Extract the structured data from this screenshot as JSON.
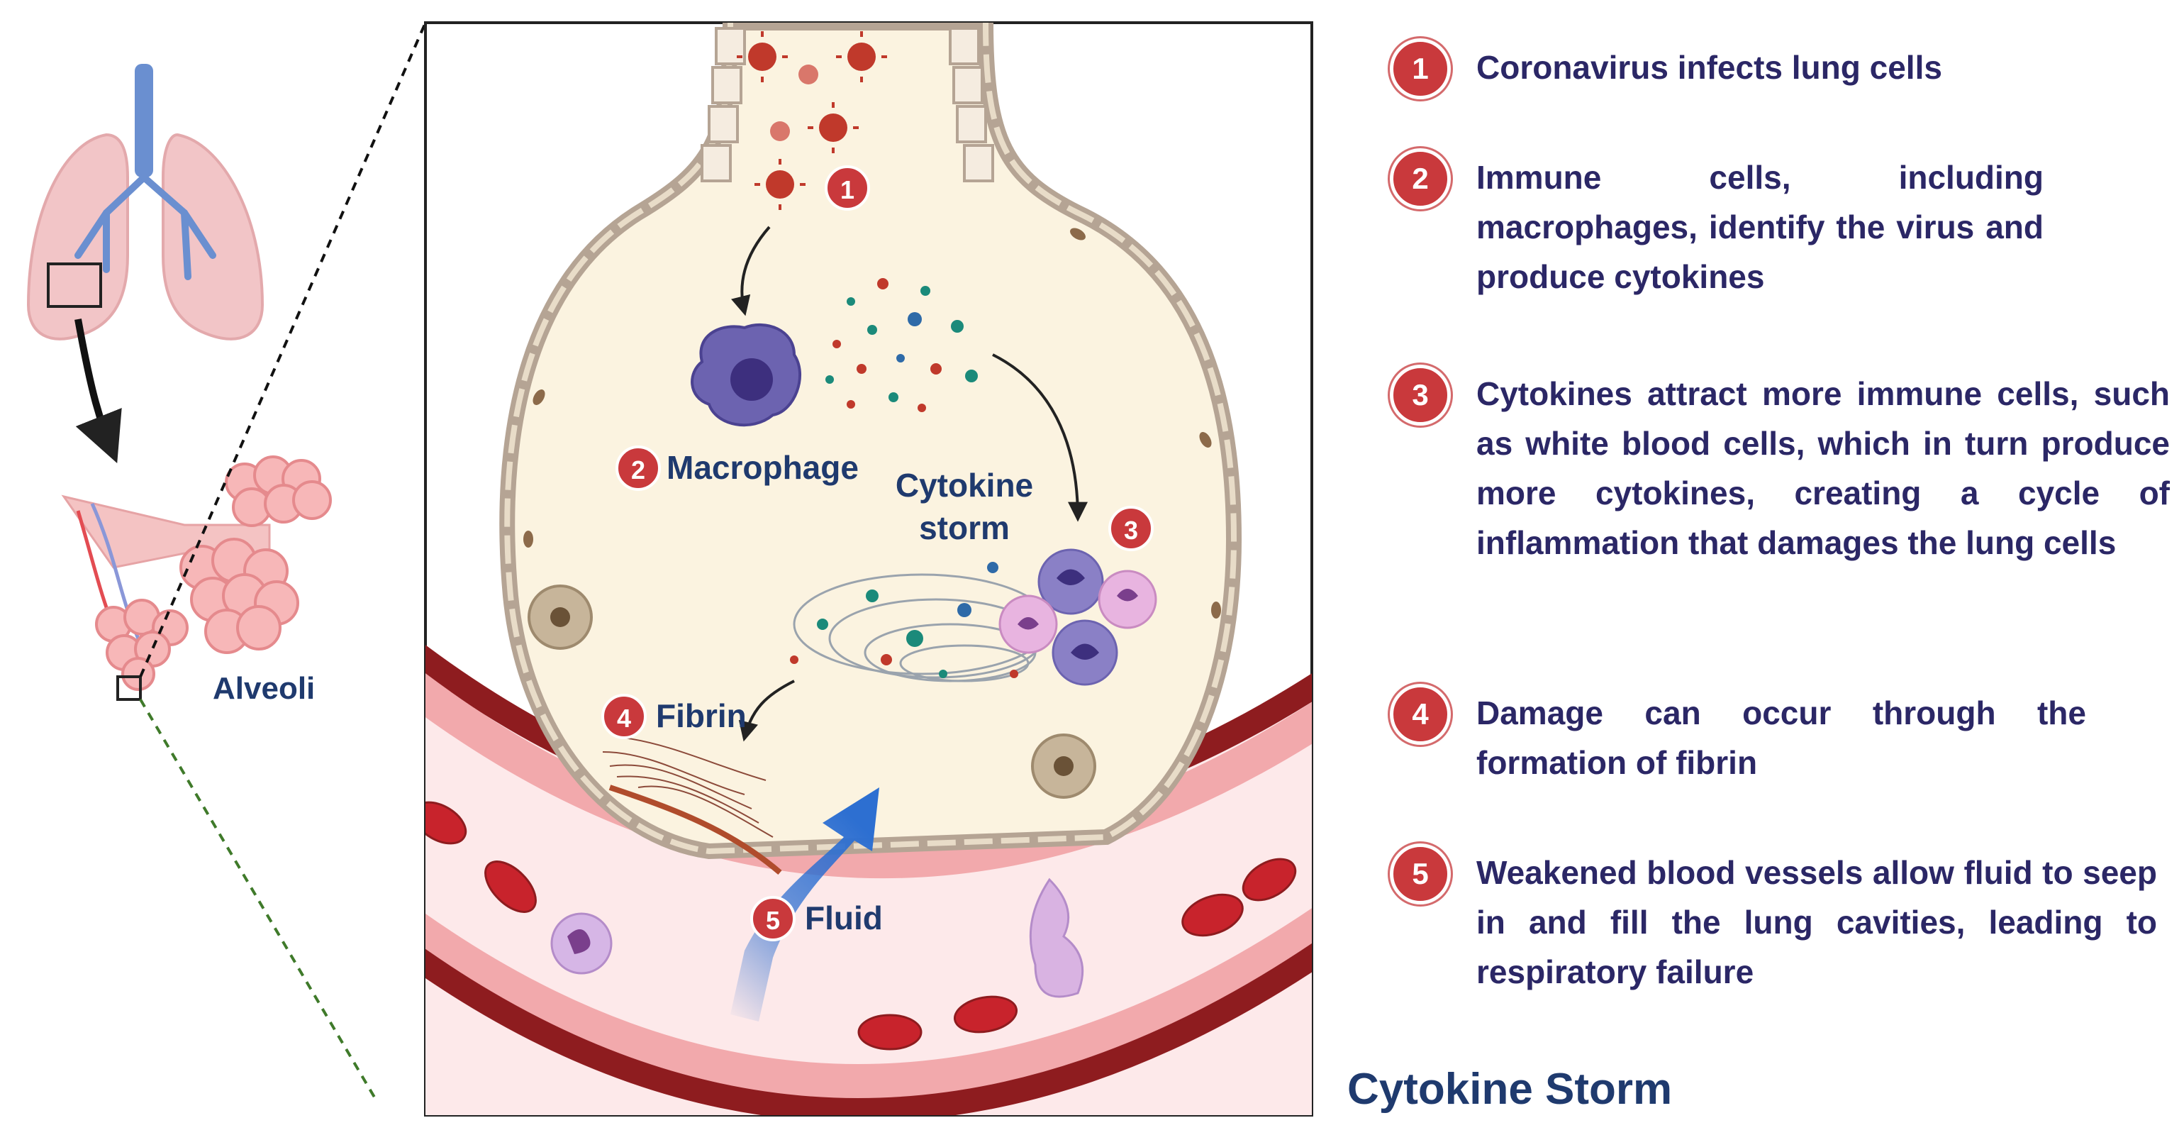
{
  "labels": {
    "alveoli": "Alveoli",
    "macrophage": "Macrophage",
    "cytokine_storm_line1": "Cytokine",
    "cytokine_storm_line2": "storm",
    "fibrin": "Fibrin",
    "fluid": "Fluid"
  },
  "badges": [
    "1",
    "2",
    "3",
    "4",
    "5"
  ],
  "steps": [
    {
      "number": "1",
      "text": "Coronavirus infects lung cells"
    },
    {
      "number": "2",
      "text": "Immune cells, including macrophages, identify the virus and produce cytokines"
    },
    {
      "number": "3",
      "text": "Cytokines attract more immune cells, such as white blood cells, which in turn produce more cytokines, creating a cycle of inflammation that damages the lung cells"
    },
    {
      "number": "4",
      "text": "Damage can occur through the formation of fibrin"
    },
    {
      "number": "5",
      "text": "Weakened blood vessels allow fluid to seep in and fill the lung cavities, leading to respiratory failure"
    }
  ],
  "title": "Cytokine Storm",
  "colors": {
    "badge": "#c9393c",
    "label_text": "#1f3a6e",
    "step_text": "#2b2766",
    "alveolus_fill": "#fbf3e0",
    "alveolus_wall": "#b5a494",
    "vessel_dark": "#8e1c1f",
    "vessel_inner": "#f6cfd0",
    "rbc": "#c8232c",
    "virus": "#c0392b",
    "lung": "#f2c5c7",
    "bronchi": "#6a8fd0",
    "fluid_arrow": "#2d6fd1"
  }
}
